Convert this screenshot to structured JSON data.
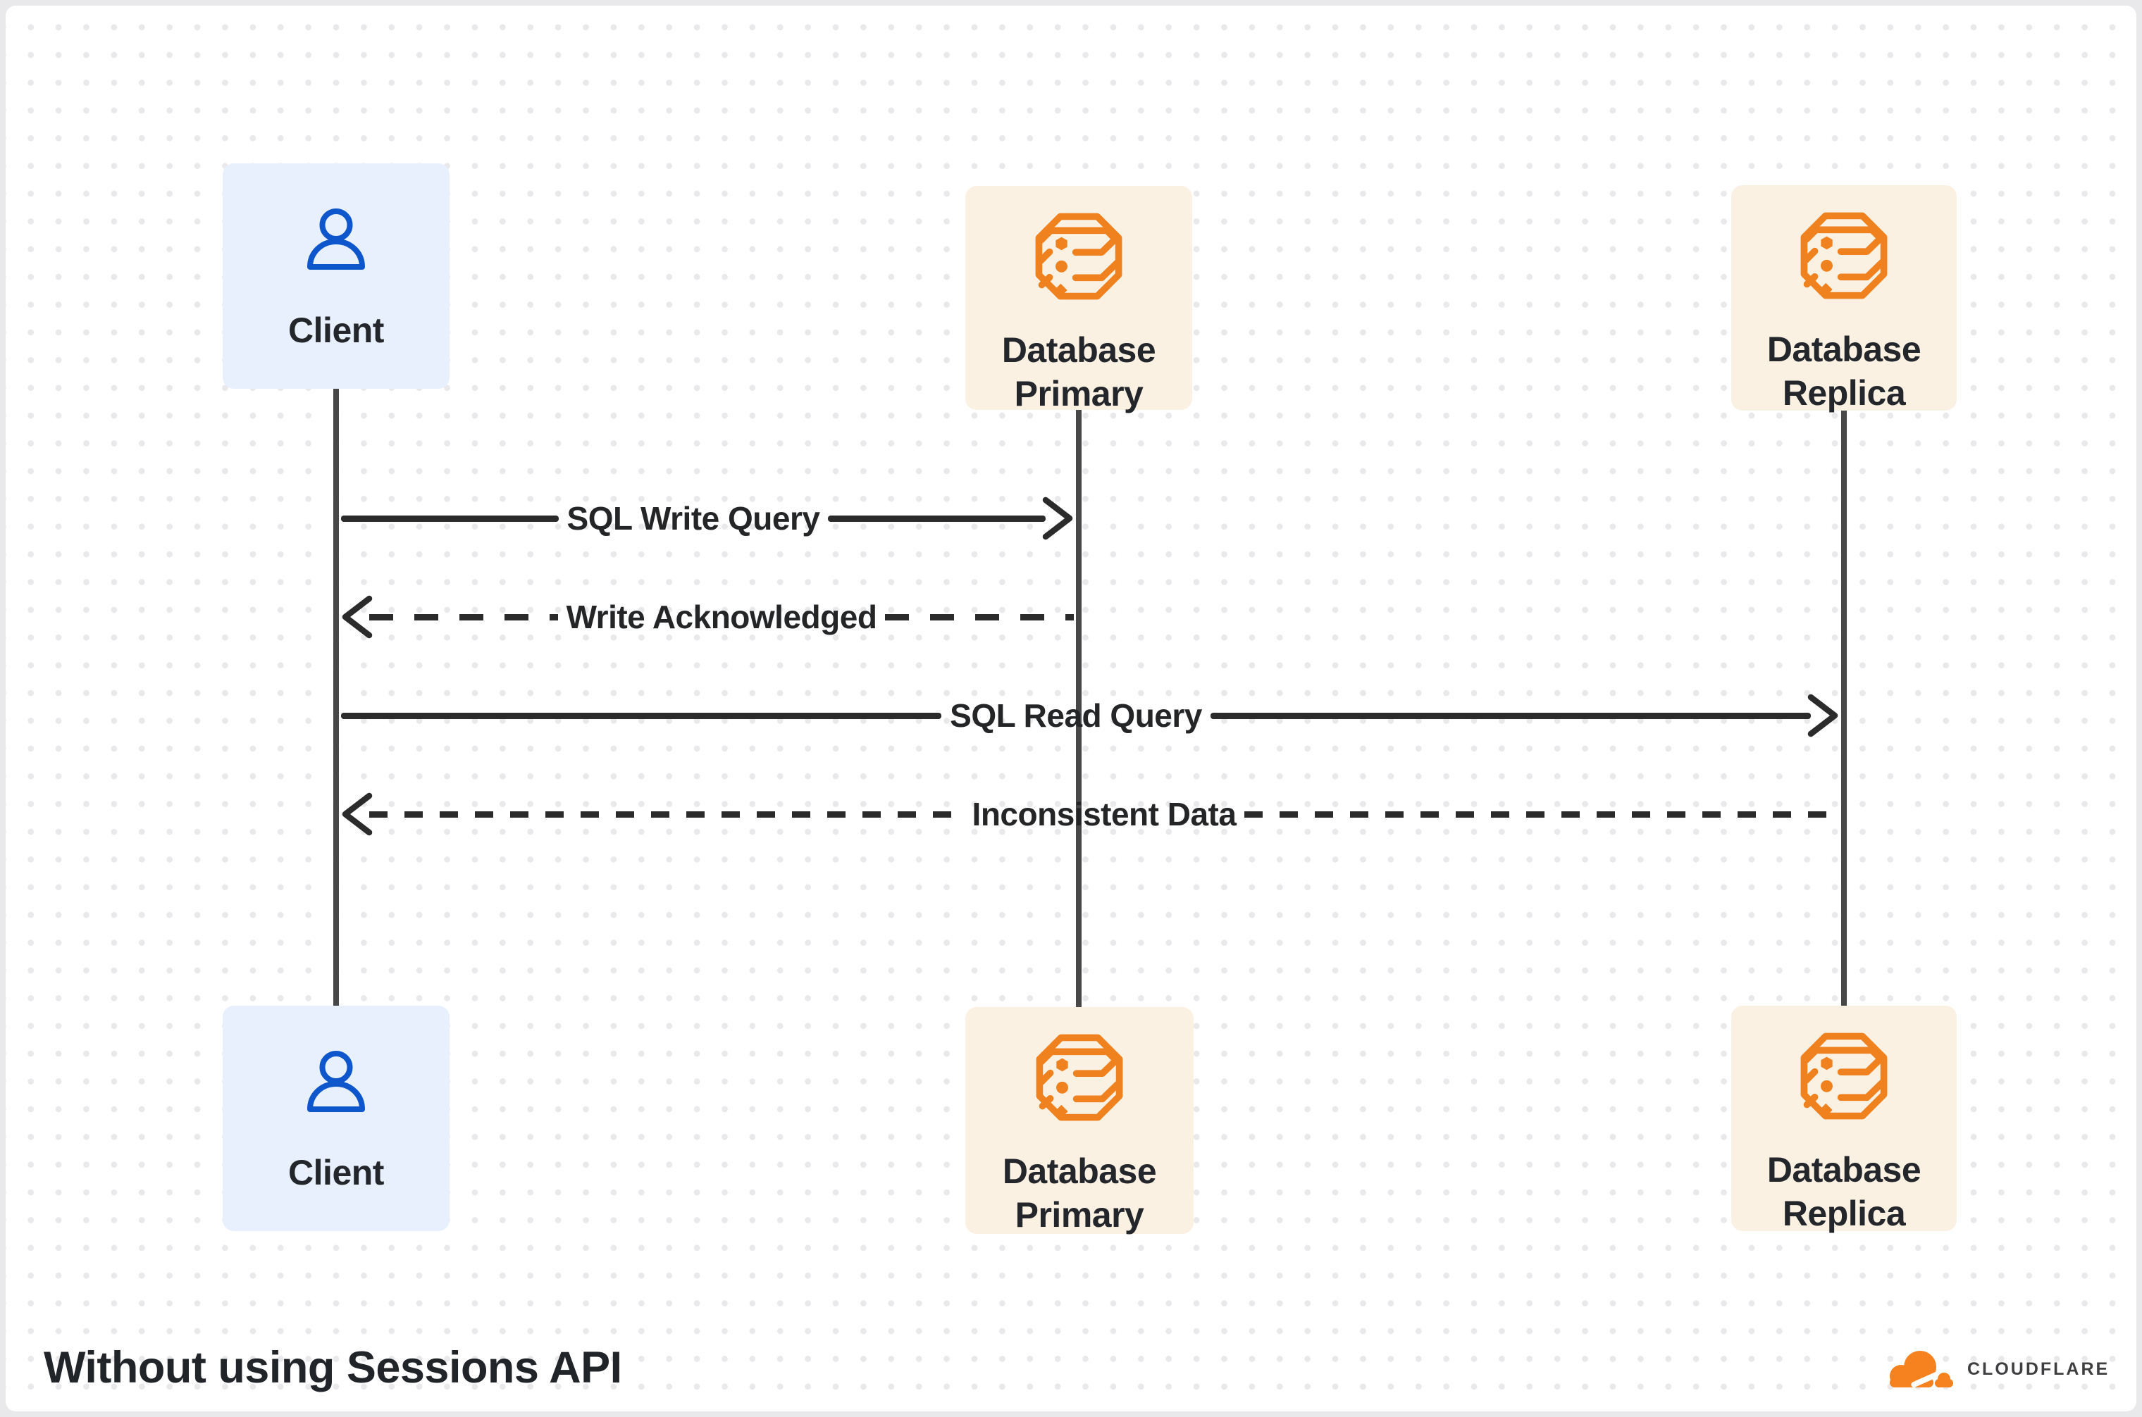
{
  "title": "Without using Sessions API",
  "colors": {
    "page_frame": "#e9e9eb",
    "canvas_bg": "#ffffff",
    "dot_grid": "#e9e9eb",
    "client_box_bg": "#e8f0fd",
    "client_icon_blue": "#0e56cb",
    "database_box_bg": "#fbf1e3",
    "database_icon_orange": "#f0811f",
    "arrow_line": "#2b2b2b",
    "lifeline": "#484848",
    "label_text": "#23262b",
    "logo_orange": "#f6821f",
    "logo_text": "#3f3f41"
  },
  "lanes": {
    "client": {
      "label": "Client",
      "icon": "user-icon"
    },
    "primary": {
      "label": "Database Primary",
      "icon": "database-icon"
    },
    "replica": {
      "label": "Database Replica",
      "icon": "database-icon"
    }
  },
  "messages": [
    {
      "label": "SQL Write Query",
      "from": "client",
      "to": "primary",
      "line": "solid",
      "direction": "right"
    },
    {
      "label": "Write Acknowledged",
      "from": "primary",
      "to": "client",
      "line": "dashed",
      "direction": "left"
    },
    {
      "label": "SQL Read Query",
      "from": "client",
      "to": "replica",
      "line": "solid",
      "direction": "right"
    },
    {
      "label": "Inconsistent Data",
      "from": "replica",
      "to": "client",
      "line": "dashed",
      "direction": "left"
    }
  ],
  "branding": {
    "logo": "cloudflare-cloud-icon",
    "wordmark": "CLOUDFLARE"
  }
}
